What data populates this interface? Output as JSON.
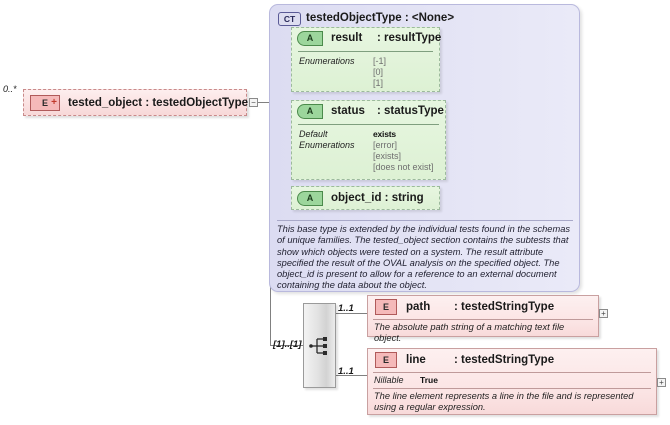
{
  "diagram": {
    "type": "xsd-schema-diagram",
    "root_element": {
      "occurrence": "0..*",
      "badge": "E",
      "label": "tested_object : testedObjectType",
      "toggle": "−"
    },
    "complex_type": {
      "badge": "CT",
      "title": "testedObjectType : <None>",
      "attributes": [
        {
          "badge": "A",
          "name": "result",
          "type": ": resultType",
          "facets": [
            {
              "key": "Enumerations",
              "values": [
                "[-1]",
                "[0]",
                "[1]"
              ]
            }
          ]
        },
        {
          "badge": "A",
          "name": "status",
          "type": ": statusType",
          "facets": [
            {
              "key": "Default",
              "values": [
                "exists"
              ],
              "strong": true
            },
            {
              "key": "Enumerations",
              "values": [
                "[error]",
                "[exists]",
                "[does not exist]"
              ]
            }
          ]
        },
        {
          "badge": "A",
          "name": "object_id : string",
          "type": "",
          "facets": []
        }
      ],
      "documentation": "This base type is extended by the individual tests found in the schemas of unique families.  The tested_object section contains the subtests that show which objects were tested on a system. The result attribute specified the result of the OVAL analysis on the specified object. The object_id is present to allow for a reference to an external document containing the data about the object."
    },
    "sequence": {
      "icon": "sequence-icon",
      "occurrence": "[1]..[1]"
    },
    "child_elements": [
      {
        "occurrence": "1..1",
        "badge": "E",
        "name": "path",
        "type": ": testedStringType",
        "facet_key": "",
        "facet_value": "",
        "documentation": "The absolute path string of a matching text file object.",
        "expand": "+"
      },
      {
        "occurrence": "1..1",
        "badge": "E",
        "name": "line",
        "type": ": testedStringType",
        "facet_key": "Nillable",
        "facet_value": "True",
        "documentation": "The line element represents a line in the file and is represented using a regular expression.",
        "expand": "+"
      }
    ],
    "colors": {
      "element_fill": "#fbe4e4",
      "element_border": "#c9a0a0",
      "attribute_fill": "#ddf1d4",
      "attribute_border": "#9cba9c",
      "complextype_fill": "#e2e2f4",
      "complextype_border": "#b9b9dd",
      "connector": "#808080",
      "sequence_fill": "#e2e2e2"
    }
  }
}
